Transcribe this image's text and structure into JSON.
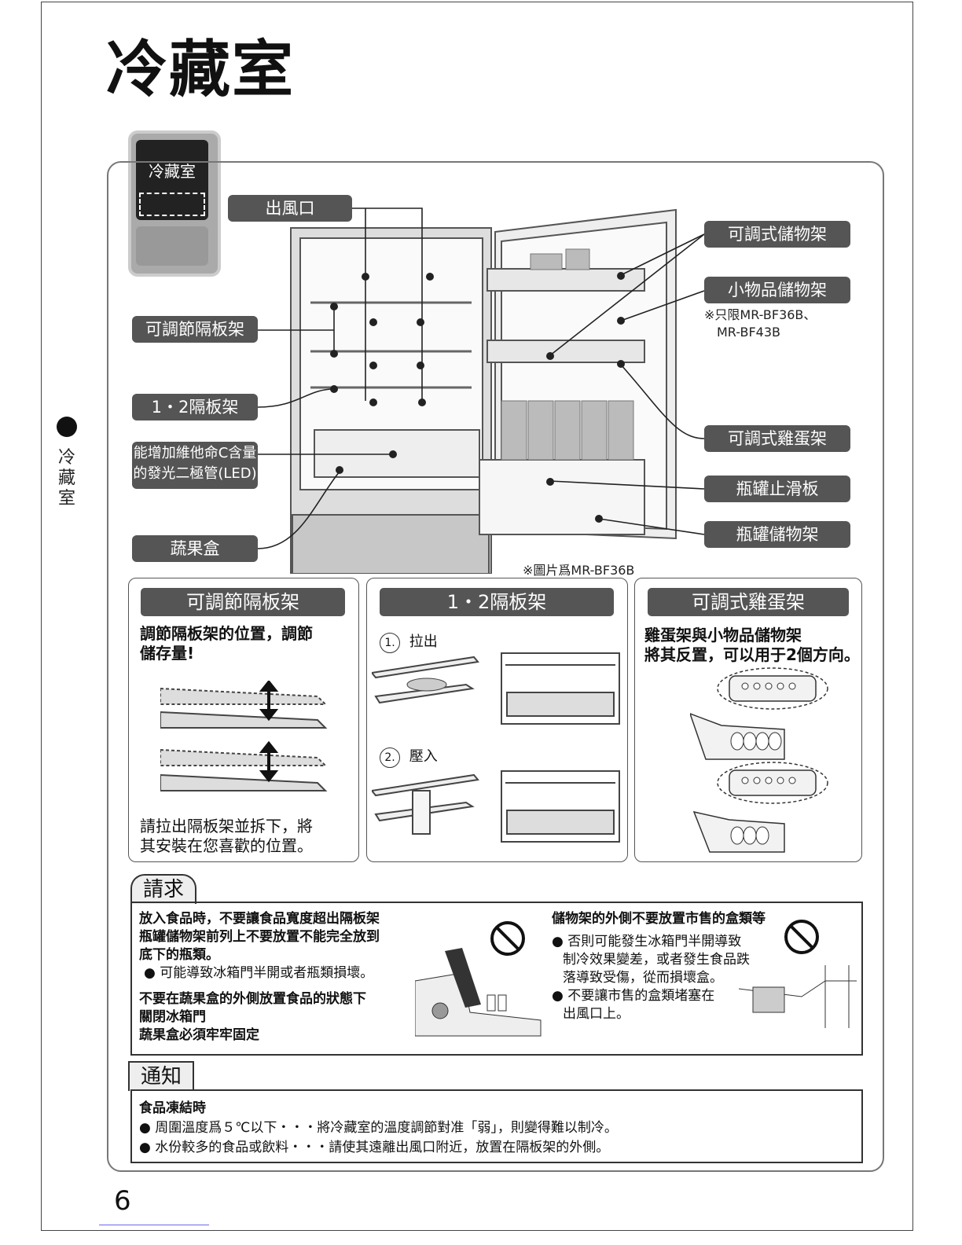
{
  "title": "冷藏室",
  "side_label": "冷藏室",
  "page_number": "6",
  "inset_label": "冷藏室",
  "callouts": {
    "vent": "出風口",
    "adj_shelf": "可調節隔板架",
    "shelf_12": "1・2隔板架",
    "led": [
      "能增加維他命C含量",
      "的發光二極管(LED)"
    ],
    "veg_box": "蔬果盒",
    "door_shelf": "可調式儲物架",
    "small_shelf": "小物品儲物架",
    "small_note": [
      "※只限MR-BF36B、",
      "MR-BF43B"
    ],
    "egg_rack": "可調式雞蛋架",
    "bottle_stopper": "瓶罐止滑板",
    "bottle_shelf": "瓶罐儲物架",
    "image_note": "※圖片爲MR-BF36B"
  },
  "panels": {
    "p1": {
      "title": "可調節隔板架",
      "text": [
        "調節隔板架的位置，調節",
        "儲存量!"
      ],
      "footer": [
        "請拉出隔板架並拆下，將",
        "其安裝在您喜歡的位置。"
      ]
    },
    "p2": {
      "title": "1・2隔板架",
      "step1": "拉出",
      "step2": "壓入",
      "step1_num": "1.",
      "step2_num": "2."
    },
    "p3": {
      "title": "可調式雞蛋架",
      "text": [
        "雞蛋架與小物品儲物架",
        "將其反置，可以用于2個方向。"
      ]
    }
  },
  "request": {
    "tab": "請求",
    "left": {
      "h1": [
        "放入食品時，不要讓食品寬度超出隔板架",
        "瓶罐儲物架前列上不要放置不能完全放到",
        "底下的瓶類。"
      ],
      "b1": "可能導致冰箱門半開或者瓶類損壞。",
      "h2": [
        "不要在蔬果盒的外側放置食品的狀態下",
        "關閉冰箱門",
        "蔬果盒必須牢牢固定"
      ]
    },
    "right": {
      "h1": "儲物架的外側不要放置市售的盒類等",
      "b1": [
        "否則可能發生冰箱門半開導致",
        "制冷效果變差，或者發生食品跌",
        "落導致受傷，從而損壞盒。"
      ],
      "b2": [
        "不要讓市售的盒類堵塞在",
        "出風口上。"
      ]
    }
  },
  "notice": {
    "tab": "通知",
    "heading": "食品凍結時",
    "items": [
      "周圍溫度爲５℃以下・・・將冷藏室的溫度調節對准「弱」，則變得難以制冷。",
      "水份較多的食品或飲料・・・請使其遠離出風口附近，放置在隔板架的外側。"
    ]
  }
}
